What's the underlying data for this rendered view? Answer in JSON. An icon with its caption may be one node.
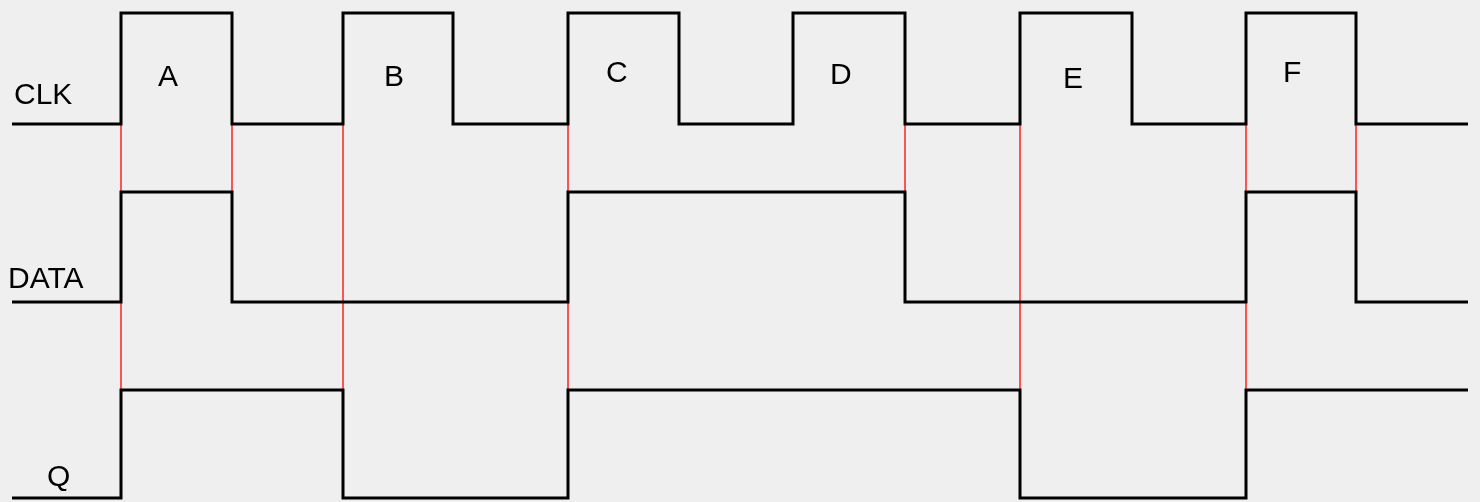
{
  "diagram": {
    "labels": [
      "CLK",
      "A",
      "B",
      "C",
      "D",
      "E",
      "F",
      "DATA",
      "Q"
    ]
  }
}
